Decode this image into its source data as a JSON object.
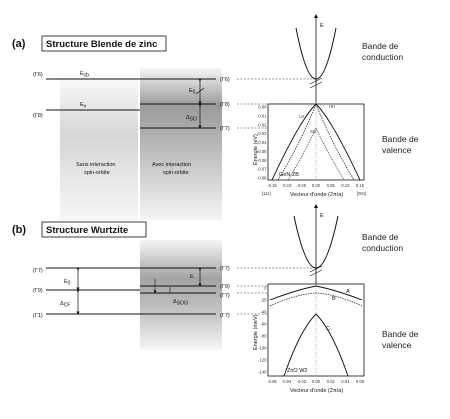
{
  "figure": {
    "part_a": {
      "letter": "(a)",
      "title": "Structure Blende de zinc"
    },
    "part_b": {
      "letter": "(b)",
      "title": "Structure Wurtzite"
    },
    "column_left": {
      "line1": "Sans interaction",
      "line2": "spin-orbite"
    },
    "column_right": {
      "line1": "Avec interaction",
      "line2": "spin-orbite"
    },
    "labels_a": {
      "g6_left": "(Γ6)",
      "g8_left": "(Γ8)",
      "e_cb": "E",
      "e_cb_sub": "cb",
      "e_v": "E",
      "e_v_sub": "v",
      "g6_right": "(Γ6)",
      "g8_right": "(Γ8)",
      "g7_right": "(Γ7)",
      "e0": "E",
      "e0_sub": "0",
      "delta": "Δ",
      "delta_sub": "SO"
    },
    "labels_b": {
      "g7_left": "(Γ7)",
      "g9_left": "(Γ9)",
      "g1_left": "(Γ1)",
      "e0": "E",
      "e0_sub": "0",
      "delta": "Δ",
      "delta_sub": "CF",
      "g9_right": "(Γ9)",
      "g7a_right": "(Γ7)",
      "g7b_right": "(Γ7)",
      "g7c_right": "(Γ7)",
      "e_right": "E",
      "delta_so3": "Δ",
      "delta_so3_sub": "SO/3"
    },
    "plot_a": {
      "ylabel": "Energie (eV)",
      "xlabel": "Vecteur d'onde (2π/a)",
      "yticks": [
        "0.00",
        "-0.01",
        "-0.02",
        "-0.03",
        "-0.04",
        "-0.05",
        "-0.06",
        "-0.07",
        "-0.08"
      ],
      "xticks": [
        "-0.15",
        "-0.10",
        "-0.05",
        "0.00",
        "0.05",
        "0.10",
        "0.15"
      ],
      "left_dir": "[111]",
      "right_dir": "[001]",
      "band_hh": "HH",
      "band_lh": "LH",
      "band_so": "SO",
      "material": "GeN ZB",
      "e_label": "E",
      "conduction": [
        "Bande de",
        "conduction"
      ],
      "valence": [
        "Bande de",
        "valence"
      ]
    },
    "plot_b": {
      "ylabel": "Energie (meV)",
      "xlabel": "Vecteur d'onde (2π/a)",
      "yticks": [
        "0",
        "-20",
        "-40",
        "-60",
        "-80",
        "-100",
        "-120",
        "-140"
      ],
      "xticks": [
        "-0.06",
        "-0.04",
        "-0.02",
        "0.00",
        "0.02",
        "0.04",
        "0.06"
      ],
      "band_a": "A",
      "band_b": "B",
      "band_c": "C",
      "material": "ZnO W2",
      "e_label": "E",
      "conduction": [
        "Bande de",
        "conduction"
      ],
      "valence": [
        "Bande de",
        "valence"
      ]
    }
  },
  "colors": {
    "line": "#111111",
    "dash": "#333333",
    "shade_dark": "#8f8f8f",
    "shade_light": "#f2f2f2"
  }
}
